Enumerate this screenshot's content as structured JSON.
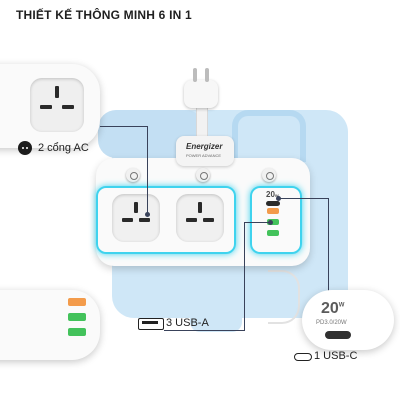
{
  "header": {
    "title": "THIẾT KẾ THÔNG MINH 6 IN 1"
  },
  "product": {
    "brand": "Energizer",
    "sub_brand": "POWER ADVANCE"
  },
  "callouts": {
    "ac": {
      "label": "2 cổng AC"
    },
    "usba": {
      "label": "3 USB-A"
    },
    "usbc": {
      "label": "1 USB-C",
      "power_rating": "20",
      "power_unit": "W",
      "spec_text": "PD3.0/20W"
    }
  },
  "port_colors": {
    "usb_a_colors": [
      "#f39b4b",
      "#43c25b",
      "#43c25b"
    ]
  },
  "accent_color": "#3fd3ee"
}
